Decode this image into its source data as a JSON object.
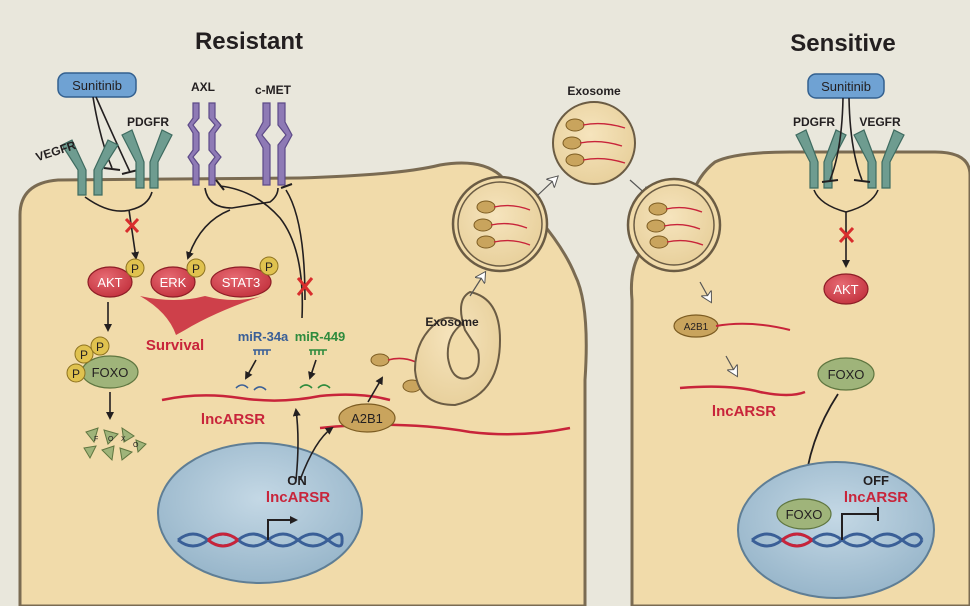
{
  "resistant": {
    "title": "Resistant",
    "drug": "Sunitinib",
    "receptors": {
      "vegfr": "VEGFR",
      "pdgfr": "PDGFR",
      "axl": "AXL",
      "cmet": "c-MET"
    },
    "kinases": {
      "akt": "AKT",
      "erk": "ERK",
      "stat3": "STAT3"
    },
    "phospho": "P",
    "survival": "Survival",
    "foxo": "FOXO",
    "foxo_fragments": [
      "F",
      "O",
      "X",
      "O"
    ],
    "mirnas": {
      "mir34a": "miR-34a",
      "mir449": "miR-449"
    },
    "lncrna": "lncARSR",
    "a2b1": "A2B1",
    "exosome": "Exosome",
    "nucleus": {
      "state": "ON",
      "gene": "lncARSR"
    }
  },
  "center": {
    "exosome": "Exosome"
  },
  "sensitive": {
    "title": "Sensitive",
    "drug": "Sunitinib",
    "receptors": {
      "pdgfr": "PDGFR",
      "vegfr": "VEGFR"
    },
    "akt": "AKT",
    "foxo": "FOXO",
    "a2b1": "A2B1",
    "lncrna": "lncARSR",
    "nucleus": {
      "foxo": "FOXO",
      "state": "OFF",
      "gene": "lncARSR"
    }
  },
  "colors": {
    "background": "#e9e7dc",
    "cell": "#f1dbaa",
    "cell_border": "#7a6b52",
    "nucleus": "#a9c4d6",
    "kinase": "#d34550",
    "phospho": "#e0c24f",
    "rna": "#c8243a",
    "drug_box": "#6fa2d3",
    "receptor_teal": "#6e9c90",
    "receptor_purple": "#8e7ab5",
    "foxo_green": "#9fb47a",
    "a2b1": "#c9a45d",
    "mir34a": "#3a5f97",
    "mir449": "#2e8b3d"
  }
}
